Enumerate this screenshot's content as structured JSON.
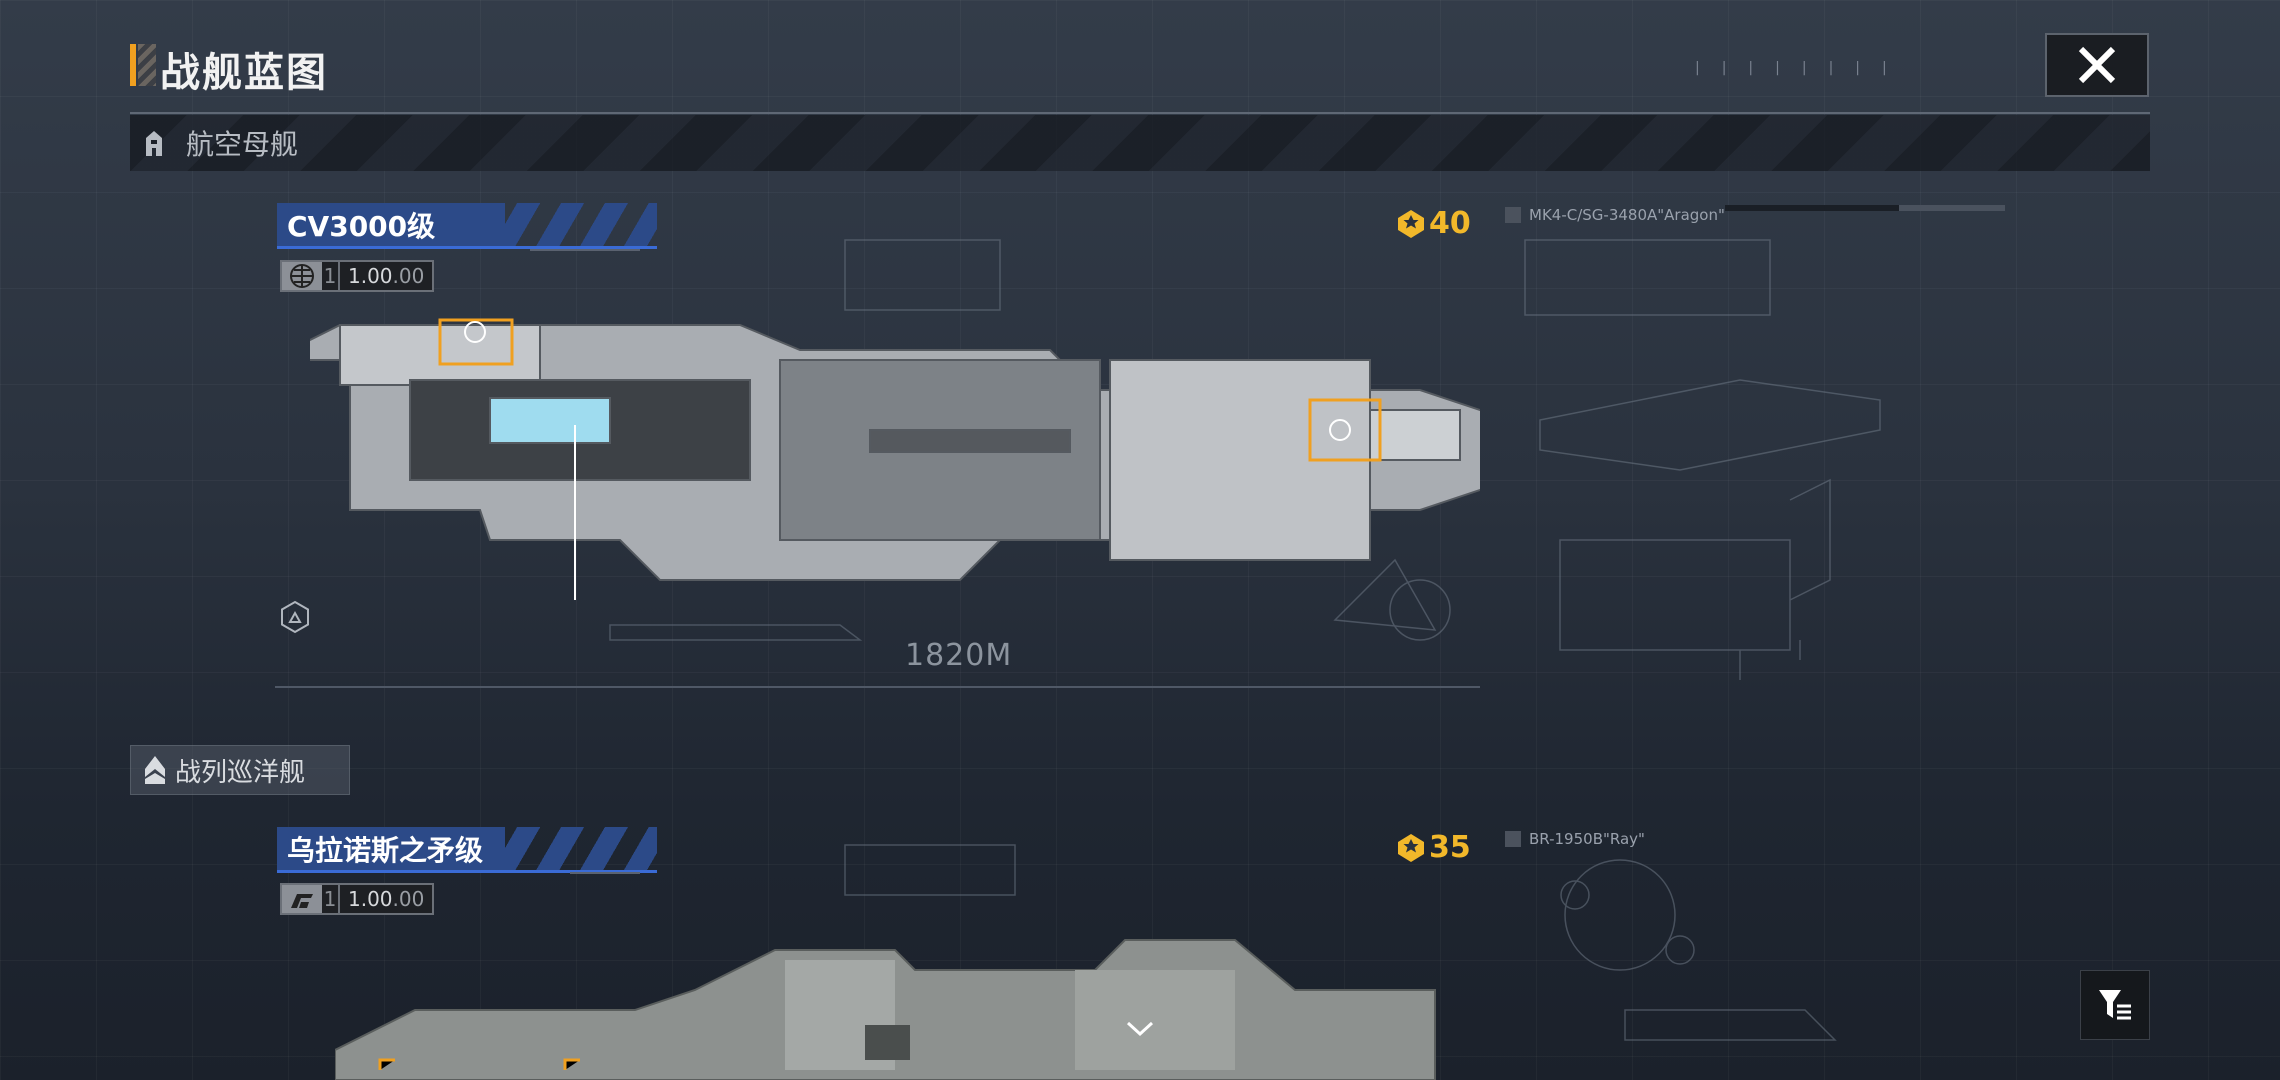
{
  "header": {
    "title": "战舰蓝图",
    "close_icon": "close-icon"
  },
  "categories": [
    {
      "label": "航空母舰",
      "icon": "carrier-icon"
    },
    {
      "label": "战列巡洋舰",
      "icon": "battlecruiser-icon"
    }
  ],
  "ships": [
    {
      "name": "CV3000级",
      "count": "1",
      "value": "1.00",
      "value_suffix": ".00",
      "rating": "40",
      "spec": "MK4-C/SG-3480A\"Aragon\"",
      "length": "1820M",
      "progress": 0.62,
      "stat_icon": "globe-icon"
    },
    {
      "name": "乌拉诺斯之矛级",
      "count": "1",
      "value": "1.00",
      "value_suffix": ".00",
      "rating": "35",
      "spec": "BR-1950B\"Ray\"",
      "stat_icon": "faction-icon"
    }
  ],
  "colors": {
    "accent": "#f0a020",
    "tag": "#2c4a88",
    "rating": "#f2b82a"
  }
}
